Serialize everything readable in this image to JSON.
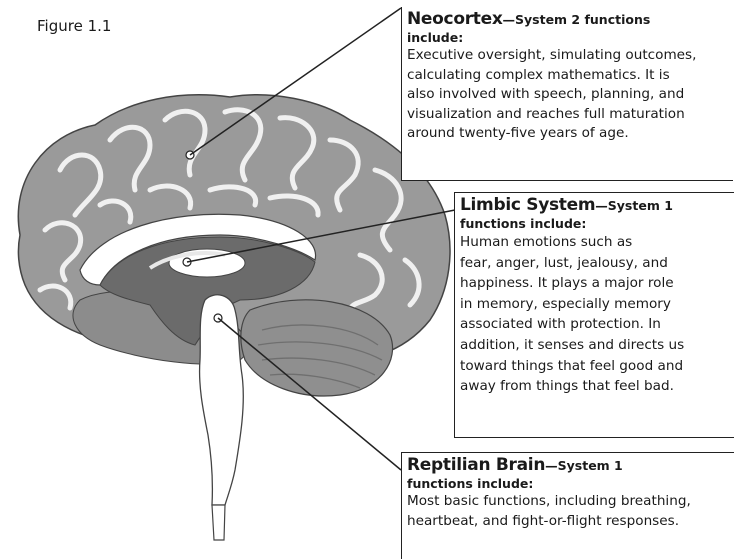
{
  "figure_label": "Figure 1.1",
  "neocortex": {
    "title": "Neocortex",
    "dash_subtitle": "—System 2 functions",
    "subtitle_cont": "include:",
    "lines": [
      "Executive oversight, simulating outcomes,",
      "calculating complex mathematics. It is",
      "also involved with speech, planning, and",
      "visualization and reaches full maturation",
      "around twenty-five years of age."
    ]
  },
  "limbic": {
    "title": "Limbic System",
    "dash_subtitle": "—System 1",
    "subtitle_cont": "functions include:",
    "lines": [
      "Human emotions such as",
      "fear, anger, lust, jealousy, and",
      "happiness. It plays a major role",
      "in memory, especially memory",
      "associated with protection. In",
      "addition, it senses and directs us",
      "toward things that feel good and",
      "away from things that feel bad."
    ]
  },
  "reptilian": {
    "title": "Reptilian Brain",
    "dash_subtitle": "—System 1",
    "subtitle_cont": "functions include:",
    "lines": [
      "Most basic functions, including breathing,",
      "heartbeat, and fight-or-flight responses."
    ]
  },
  "colors": {
    "cortex_gray": "#9a9a9a",
    "dark_gray": "#555555",
    "limbic_dark": "#6b6b6b",
    "line": "#222222"
  }
}
